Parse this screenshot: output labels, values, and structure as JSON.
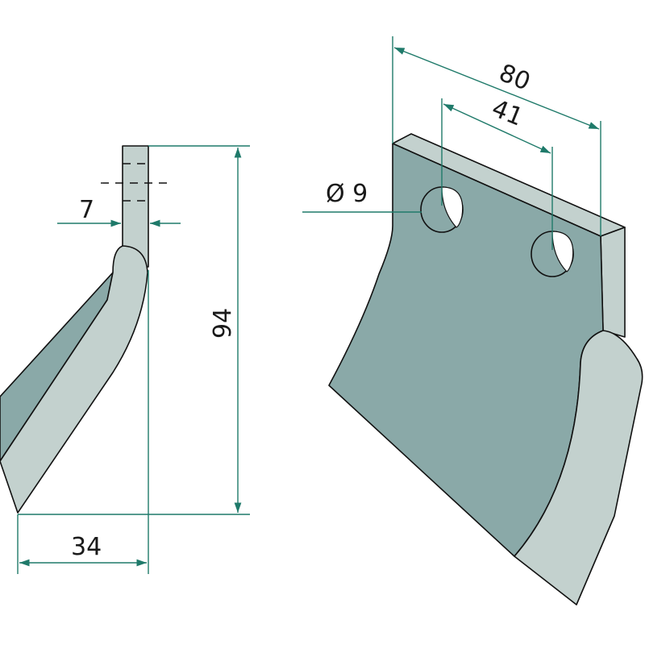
{
  "colors": {
    "dim_line": "#1f7a6a",
    "face_dark": "#8aa9a8",
    "face_light": "#c3d1ce",
    "outline": "#111111"
  },
  "side_view": {
    "thickness": "7",
    "height": "94",
    "depth": "34"
  },
  "front_view": {
    "width": "80",
    "hole_spacing": "41",
    "hole_diameter": "Ø 9"
  }
}
